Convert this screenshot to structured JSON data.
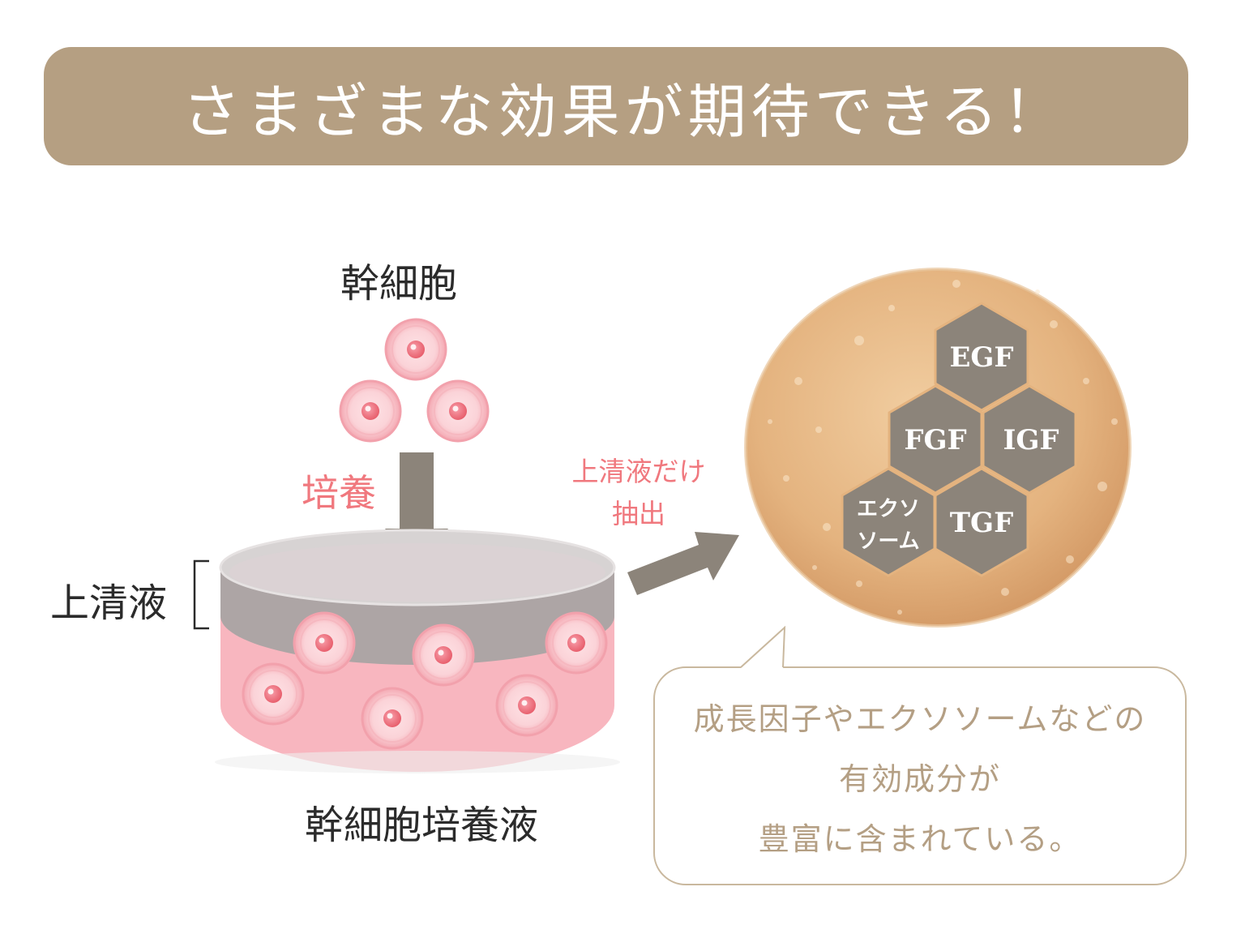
{
  "banner": {
    "title": "さまざまな効果が期待できる！"
  },
  "labels": {
    "stem_cell": "幹細胞",
    "culture": "培養",
    "supernatant": "上清液",
    "extract_line1": "上清液だけ",
    "extract_line2": "抽出",
    "culture_medium": "幹細胞培養液"
  },
  "components": [
    "EGF",
    "FGF",
    "IGF",
    "エクソ",
    "ソーム",
    "TGF"
  ],
  "speech_bubble": {
    "lines": [
      "成長因子やエクソソームなどの",
      "有効成分が",
      "豊富に含まれている。"
    ]
  },
  "colors": {
    "banner": "#b59f82",
    "accent_pink": "#f0787e",
    "hexagon": "#8c847a",
    "arrow": "#8c847a",
    "medium_pink": "#f8b6bf",
    "supernatant_gray": "#ada5a5",
    "gel": "#e6b683",
    "bubble_text": "#b49f84"
  }
}
